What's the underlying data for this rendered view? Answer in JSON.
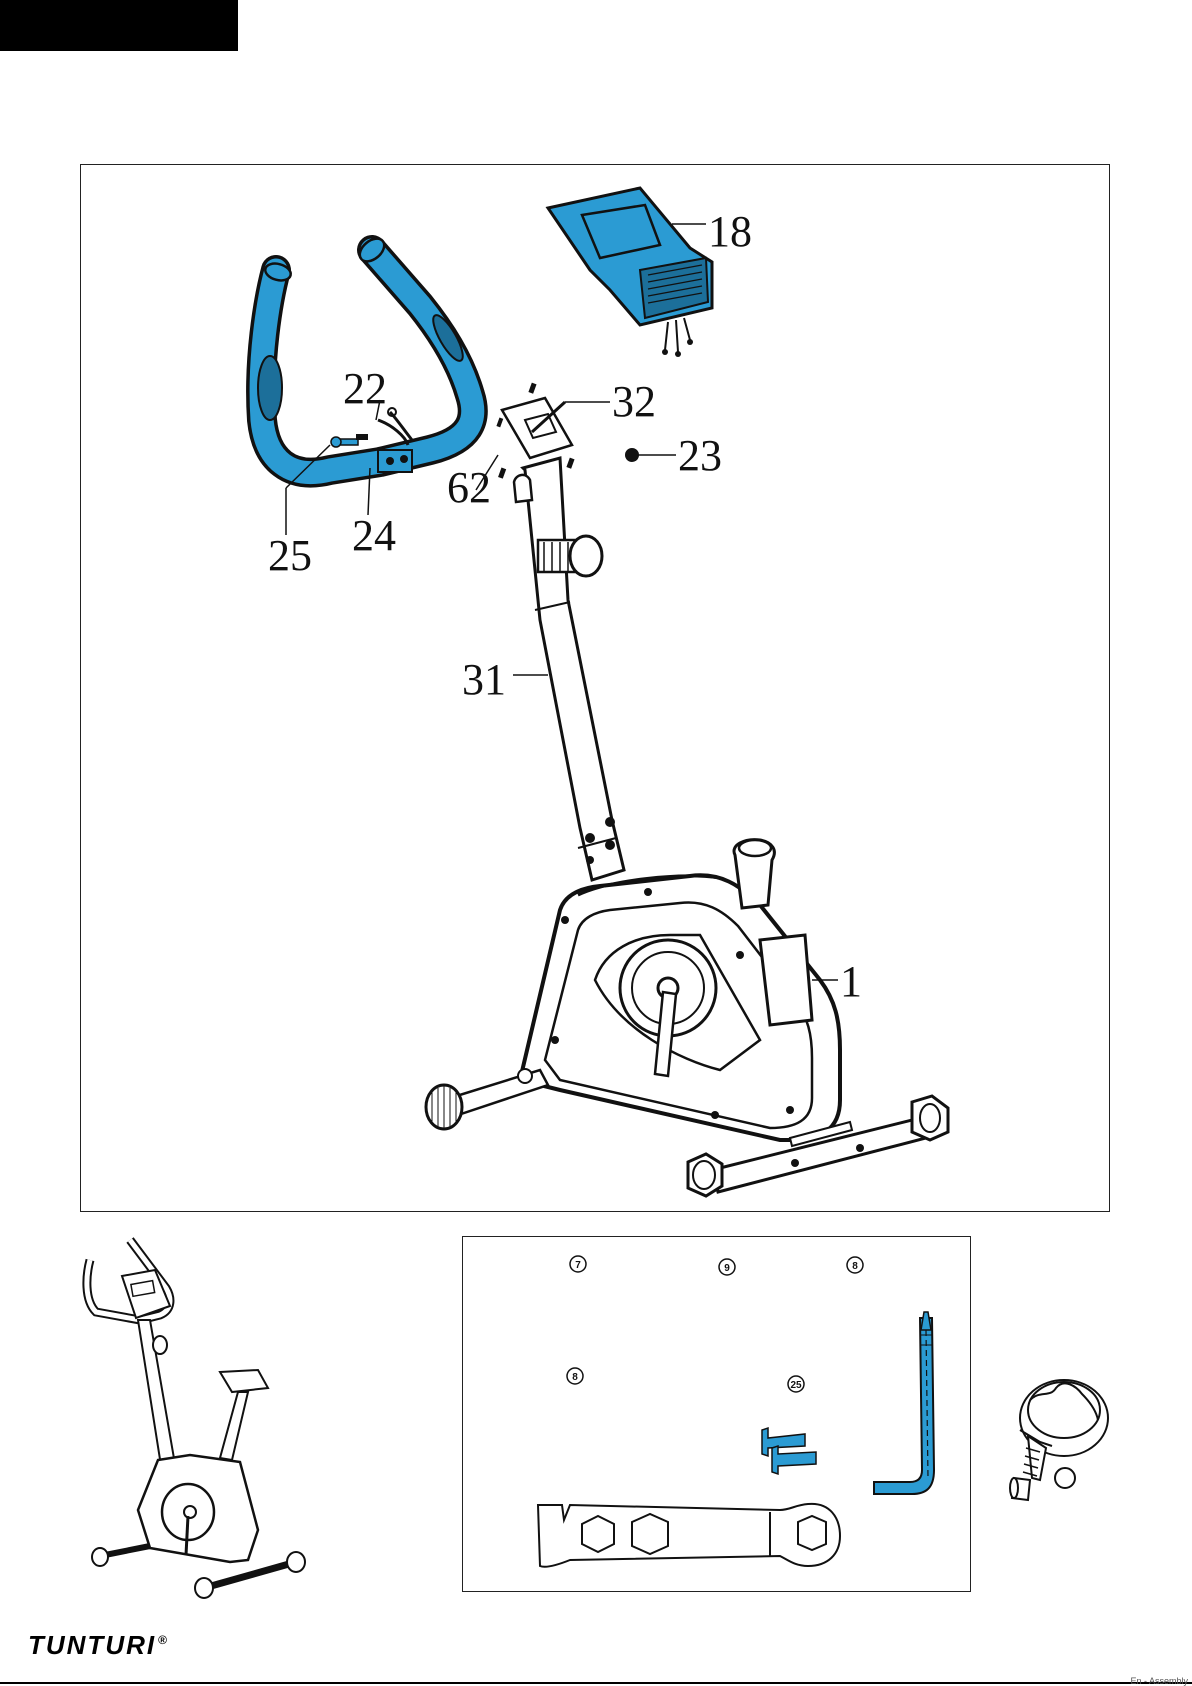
{
  "colors": {
    "accent": "#2b9bd3",
    "line": "#111111"
  },
  "callouts": [
    {
      "id": "18",
      "label": "18"
    },
    {
      "id": "22",
      "label": "22"
    },
    {
      "id": "32",
      "label": "32"
    },
    {
      "id": "23",
      "label": "23"
    },
    {
      "id": "62",
      "label": "62"
    },
    {
      "id": "24",
      "label": "24"
    },
    {
      "id": "25",
      "label": "25"
    },
    {
      "id": "31",
      "label": "31"
    },
    {
      "id": "1",
      "label": "1"
    }
  ],
  "kit": {
    "items": [
      {
        "id": "k7",
        "label": "7"
      },
      {
        "id": "k9",
        "label": "9"
      },
      {
        "id": "k8a",
        "label": "8"
      },
      {
        "id": "k8b",
        "label": "8"
      },
      {
        "id": "k25",
        "label": "25"
      }
    ]
  },
  "brand": {
    "name": "TUNTURI",
    "mark": "®"
  },
  "footer": {
    "text": "En - Assembly"
  }
}
